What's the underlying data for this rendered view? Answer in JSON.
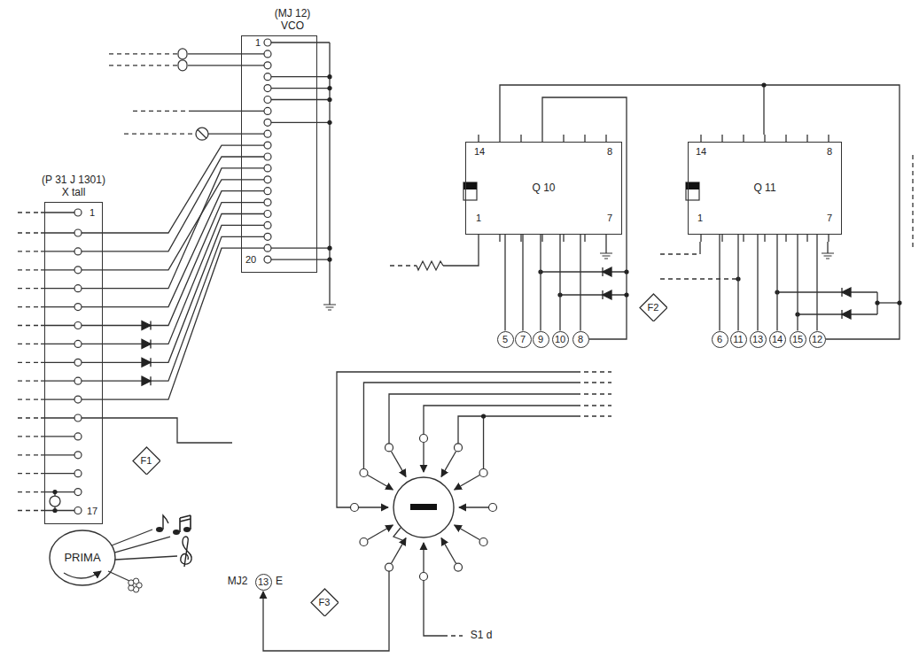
{
  "diagram": {
    "nodes": [
      {
        "text": [
          "(MJ 12) VCO"
        ]
      },
      {
        "text": [
          "(P 31 J 1301) X tall"
        ]
      },
      {
        "text": [
          "Q 10"
        ]
      },
      {
        "text": [
          "Q 11"
        ]
      },
      {
        "text": [
          "F1"
        ]
      },
      {
        "text": [
          "F2"
        ]
      },
      {
        "text": [
          "F3"
        ]
      },
      {
        "text": [
          "PRIMA"
        ]
      },
      {
        "text": [
          "5"
        ]
      },
      {
        "text": [
          "7"
        ]
      },
      {
        "text": [
          "9"
        ]
      },
      {
        "text": [
          "10"
        ]
      },
      {
        "text": [
          "8"
        ]
      },
      {
        "text": [
          "6"
        ]
      },
      {
        "text": [
          "11"
        ]
      },
      {
        "text": [
          "13"
        ]
      },
      {
        "text": [
          "14"
        ]
      },
      {
        "text": [
          "15"
        ]
      },
      {
        "text": [
          "12"
        ]
      },
      {
        "text": [
          "13"
        ]
      }
    ],
    "edges": [
      {
        "from": 2,
        "to": 8,
        "arrow": "none"
      },
      {
        "from": 2,
        "to": 9,
        "arrow": "none"
      },
      {
        "from": 2,
        "to": 10,
        "arrow": "none"
      },
      {
        "from": 2,
        "to": 11,
        "arrow": "none"
      },
      {
        "from": 2,
        "to": 12,
        "arrow": "none"
      },
      {
        "from": 3,
        "to": 13,
        "arrow": "none"
      },
      {
        "from": 3,
        "to": 14,
        "arrow": "none"
      },
      {
        "from": 3,
        "to": 15,
        "arrow": "none"
      },
      {
        "from": 3,
        "to": 16,
        "arrow": "none"
      },
      {
        "from": 3,
        "to": 17,
        "arrow": "none"
      },
      {
        "from": 3,
        "to": 18,
        "arrow": "none"
      }
    ],
    "labels": [
      "1",
      "20",
      "1",
      "17",
      "14",
      "8",
      "1",
      "7",
      "14",
      "8",
      "1",
      "7",
      "MJ2",
      "E",
      "S1 d"
    ]
  }
}
